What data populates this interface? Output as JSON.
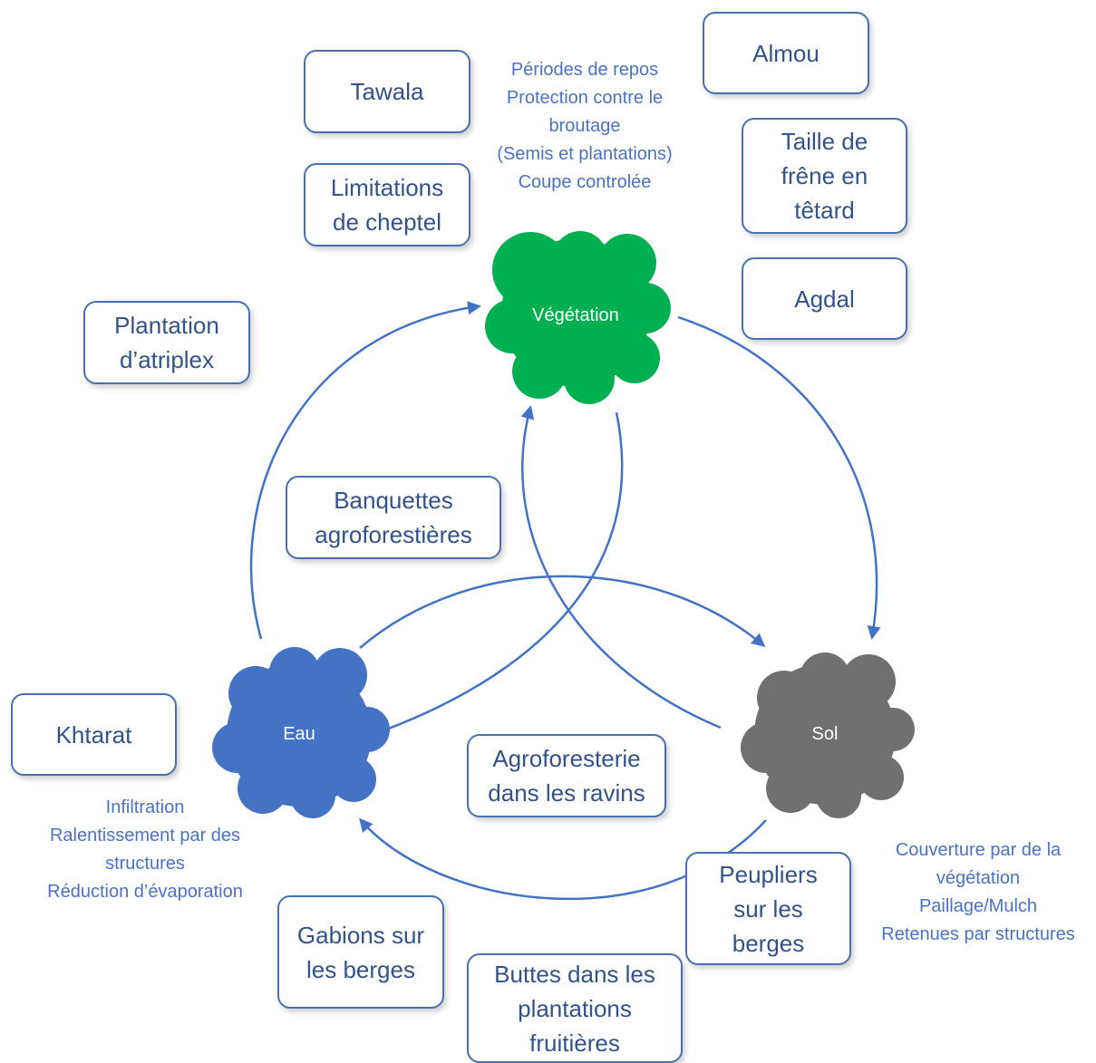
{
  "colors": {
    "arrow": "#4472c4",
    "vegetation": "#00b050",
    "water": "#4472c4",
    "soil": "#707070",
    "box_border": "#4a6fb0",
    "text": "#34528a",
    "note_text": "#4a72c4"
  },
  "nodes": {
    "vegetation": "Végétation",
    "water": "Eau",
    "soil": "Sol"
  },
  "boxes": {
    "tawala": "Tawala",
    "almou": "Almou",
    "limitations": "Limitations\nde cheptel",
    "taille": "Taille de\nfrêne en\ntêtard",
    "agdal": "Agdal",
    "atriplex": "Plantation\nd’atriplex",
    "banquettes": "Banquettes\nagroforestières",
    "khtarat": "Khtarat",
    "agroforesterie": "Agroforesterie\ndans les ravins",
    "peupliers": "Peupliers\nsur les\nberges",
    "gabions": "Gabions sur\nles berges",
    "buttes": "Buttes dans les\nplantations\nfruitières"
  },
  "notes": {
    "vegetation": "Périodes de repos\nProtection contre le\nbroutage\n(Semis et plantations)\nCoupe controlée",
    "water": "Infiltration\nRalentissement par des\nstructures\nRéduction d’évaporation",
    "soil": "Couverture par de la\nvégétation\nPaillage/Mulch\nRetenues par structures"
  }
}
